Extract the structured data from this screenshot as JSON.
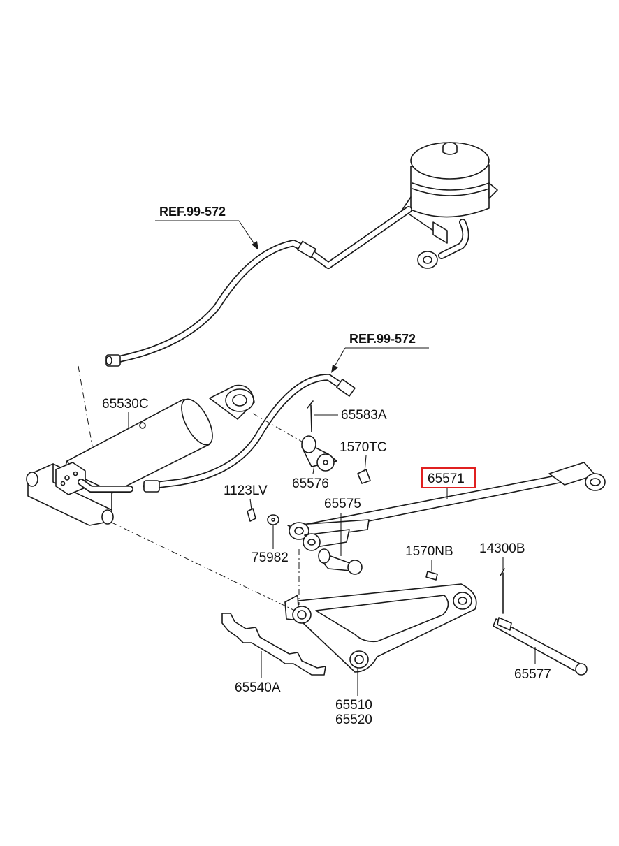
{
  "diagram": {
    "refs": [
      "REF.99-572",
      "REF.99-572"
    ],
    "labels": {
      "p65530C": "65530C",
      "p65583A": "65583A",
      "p1570TC": "1570TC",
      "p65576": "65576",
      "p65571": "65571",
      "p1123LV": "1123LV",
      "p65575": "65575",
      "p75982": "75982",
      "p1570NB": "1570NB",
      "p14300B": "14300B",
      "p65577": "65577",
      "p65540A": "65540A",
      "p65510": "65510",
      "p65520": "65520"
    },
    "highlighted_part": "65571",
    "highlight_color": "#e02020"
  }
}
